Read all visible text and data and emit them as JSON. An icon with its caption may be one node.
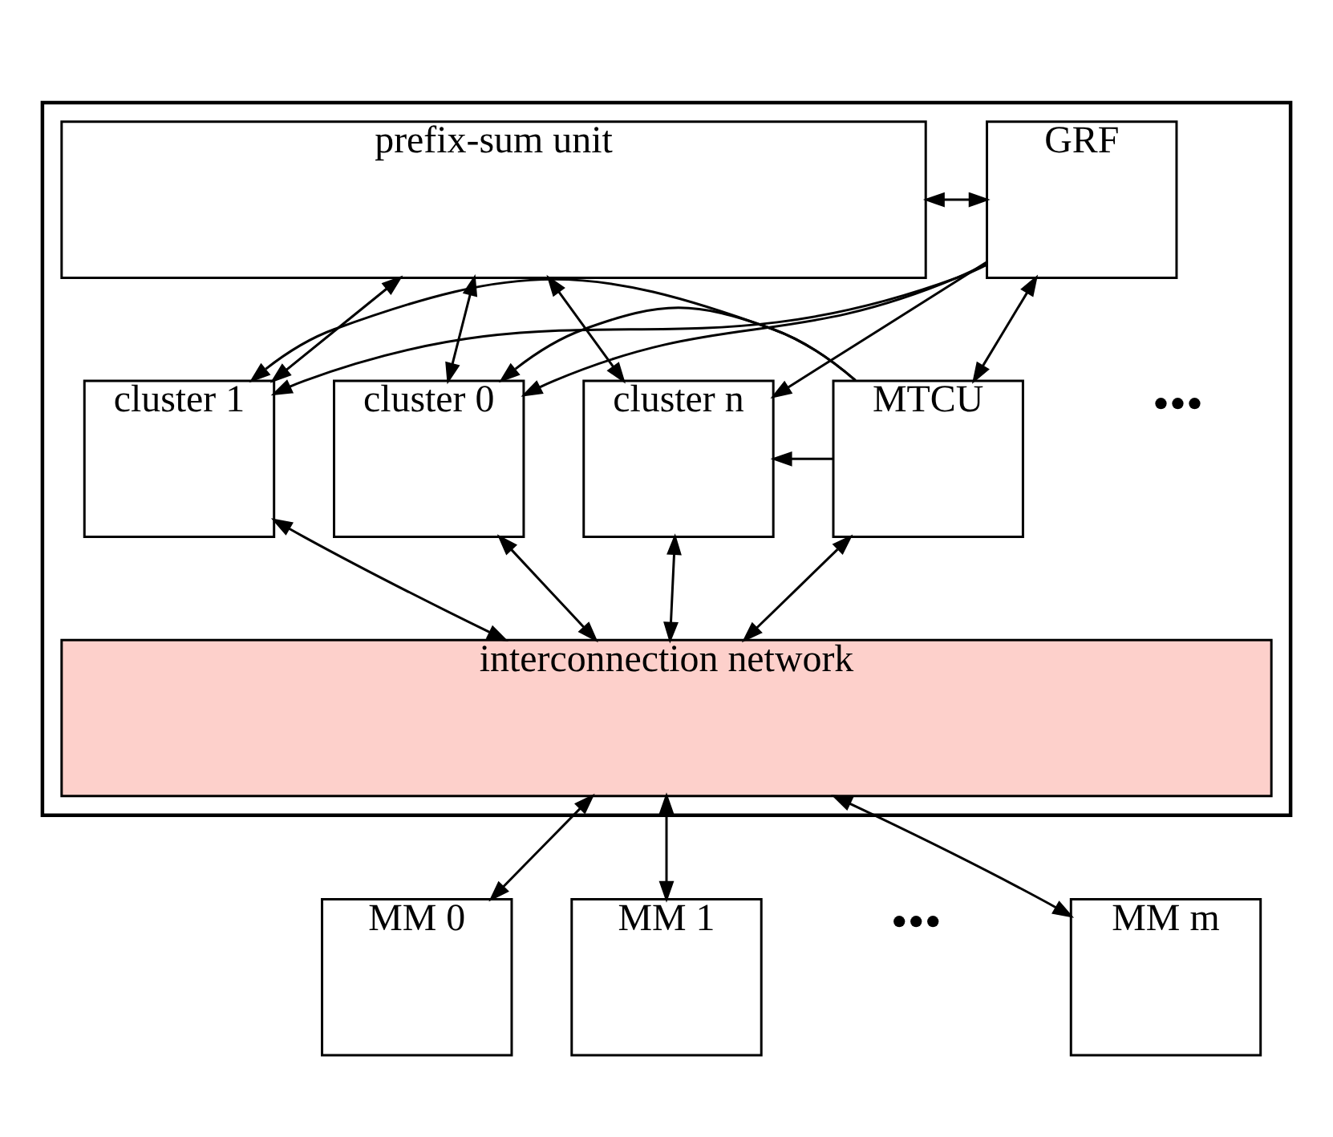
{
  "diagram": {
    "nodes": [
      {
        "text": [],
        "shape": "box"
      },
      {
        "text": [
          "GRF"
        ],
        "in": 0
      },
      {
        "text": [
          "prefix-sum unit"
        ],
        "in": 0
      },
      {
        "text": [
          "MTCU"
        ],
        "in": 0
      },
      {
        "text": [
          "cluster 0"
        ],
        "in": 0
      },
      {
        "text": [
          "cluster 1"
        ],
        "in": 0
      },
      {
        "text": [
          "cluster n"
        ],
        "in": 0
      },
      {
        "text": [
          "interconnection network"
        ],
        "in": 0
      },
      {
        "text": [
          "MM 0"
        ]
      },
      {
        "text": [
          "MM 1"
        ]
      },
      {
        "text": [
          "MM m"
        ]
      }
    ],
    "edges": [
      {
        "from": 1,
        "to": 2,
        "arrow": "both"
      },
      {
        "from": 1,
        "to": 3,
        "arrow": "both"
      },
      {
        "from": 2,
        "to": 4,
        "arrow": "both"
      },
      {
        "from": 2,
        "to": 5,
        "arrow": "both"
      },
      {
        "from": 2,
        "to": 6,
        "arrow": "both"
      },
      {
        "from": 1,
        "to": 4,
        "arrow": "to"
      },
      {
        "from": 1,
        "to": 5,
        "arrow": "to"
      },
      {
        "from": 1,
        "to": 6,
        "arrow": "to"
      },
      {
        "from": 3,
        "to": 7,
        "arrow": "both"
      },
      {
        "from": 4,
        "to": 7,
        "arrow": "both"
      },
      {
        "from": 5,
        "to": 7,
        "arrow": "both"
      },
      {
        "from": 6,
        "to": 7,
        "arrow": "both"
      },
      {
        "from": 3,
        "to": 4,
        "arrow": "to"
      },
      {
        "from": 3,
        "to": 5,
        "arrow": "to"
      },
      {
        "from": 3,
        "to": 6,
        "arrow": "to"
      },
      {
        "from": 7,
        "to": 8,
        "arrow": "both"
      },
      {
        "from": 7,
        "to": 9,
        "arrow": "both"
      },
      {
        "from": 7,
        "to": 10,
        "arrow": "both"
      }
    ],
    "labels": [
      "•••",
      "•••"
    ]
  }
}
